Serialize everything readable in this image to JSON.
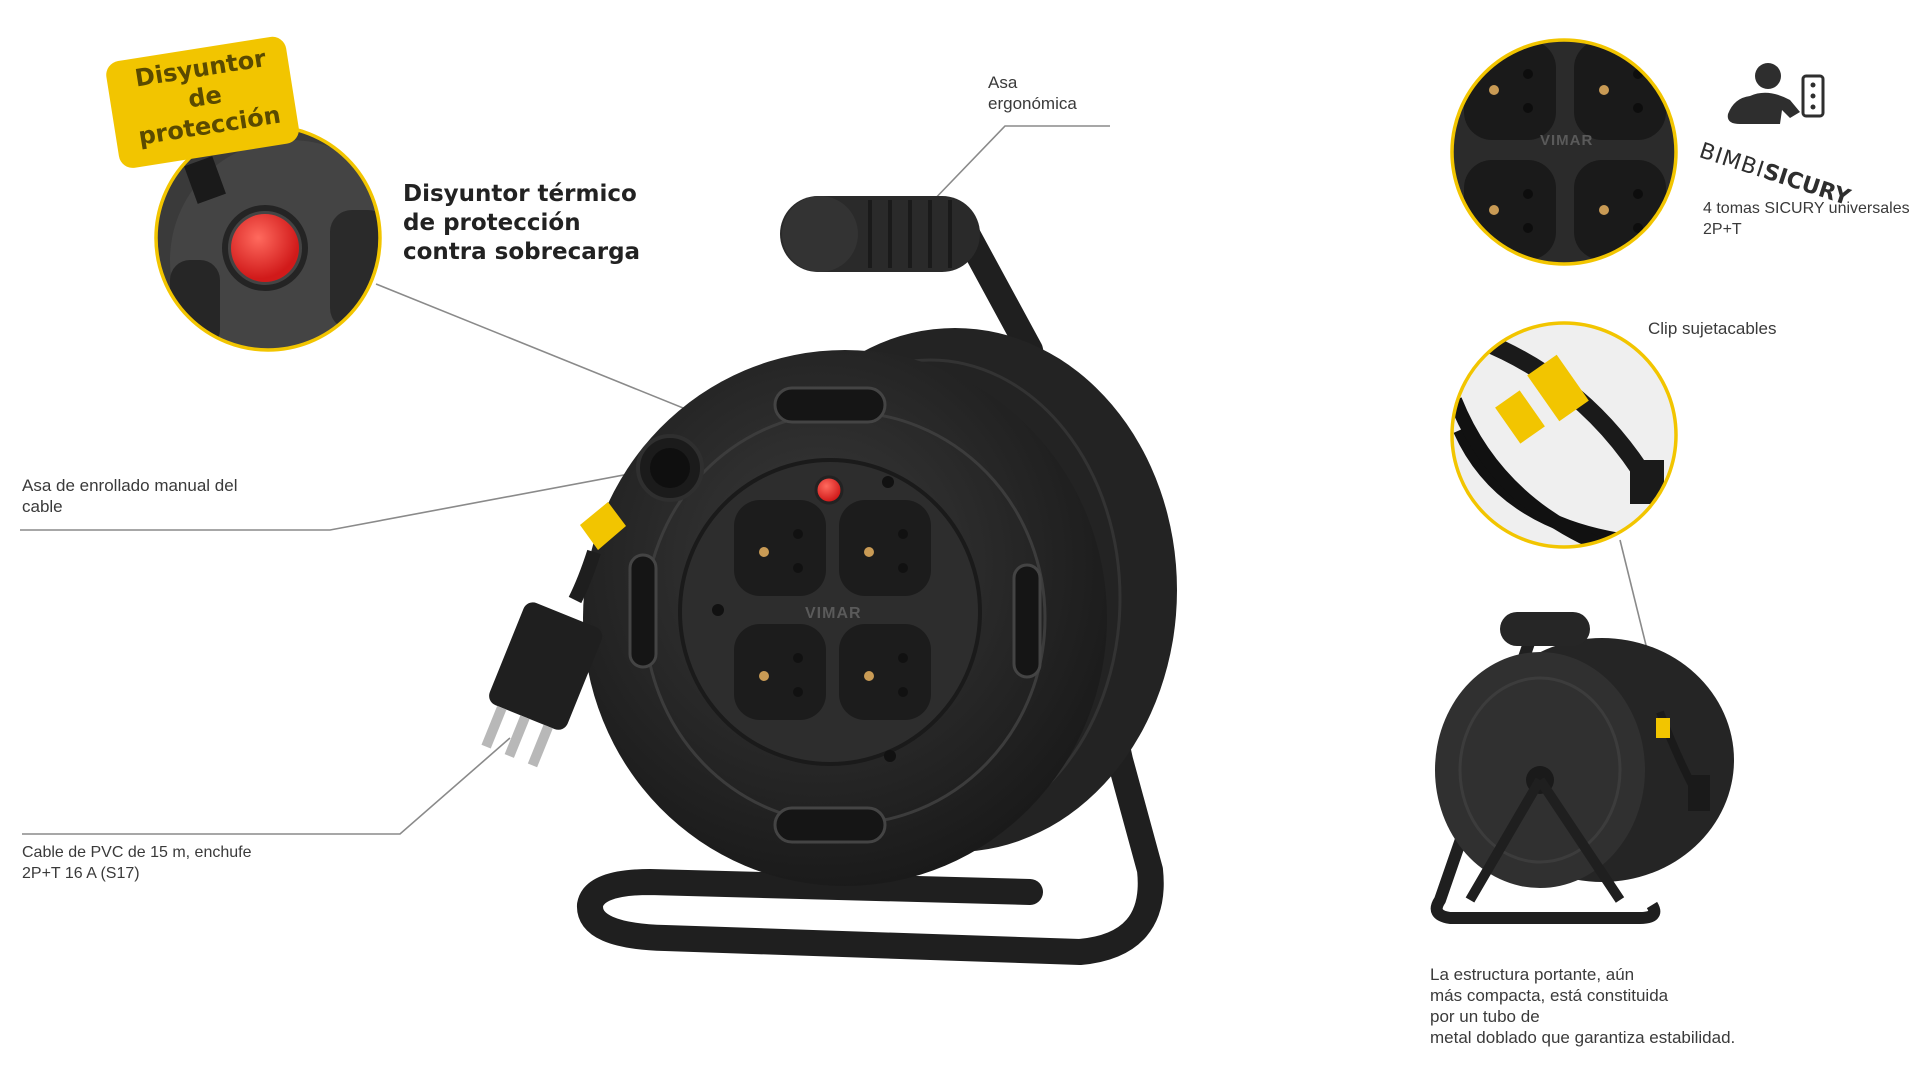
{
  "colors": {
    "accent_yellow": "#f2c500",
    "body_black": "#2b2b2b",
    "indicator_red": "#e4242a"
  },
  "icons": [
    "child-safety-icon",
    "socket-icon",
    "plug-icon"
  ],
  "badge": {
    "lines": [
      "Disyuntor",
      "de",
      "protección"
    ]
  },
  "thermal_breaker": {
    "lines": [
      "Disyuntor térmico",
      "de protección",
      "contra sobrecarga"
    ]
  },
  "handle": {
    "lines": [
      "Asa",
      "ergonómica"
    ]
  },
  "winding_handle": {
    "lines": [
      "Asa de enrollado manual del",
      "cable"
    ]
  },
  "cable": {
    "lines": [
      "Cable de PVC de 15 m, enchufe",
      "2P+T 16 A (S17)"
    ]
  },
  "brand": {
    "reel_logo": "VIMAR",
    "zoom_logo": "VIMAR"
  },
  "bimbi": {
    "word1": "BIMBI",
    "word2": "SICURY"
  },
  "sockets": {
    "lines": [
      "4 tomas SICURY universales",
      "2P+T"
    ]
  },
  "clip": {
    "label": "Clip sujetacables"
  },
  "structure": {
    "lines": [
      "La estructura portante, aún",
      "más compacta, está constituida",
      "por un tubo de",
      "metal doblado que garantiza estabilidad."
    ]
  }
}
